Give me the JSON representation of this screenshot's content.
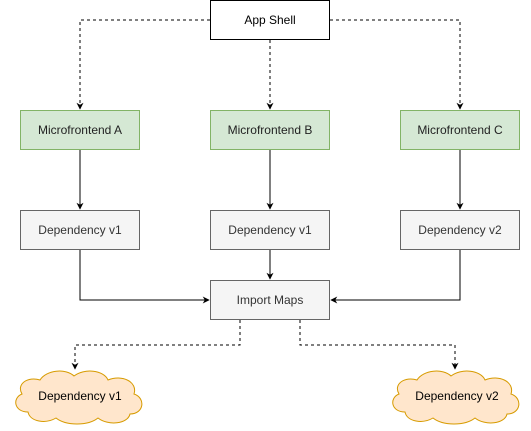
{
  "diagram": {
    "app_shell": "App Shell",
    "microfrontends": [
      "Microfrontend A",
      "Microfrontend B",
      "Microfrontend C"
    ],
    "dependencies": [
      "Dependency v1",
      "Dependency v1",
      "Dependency v2"
    ],
    "import_maps": "Import Maps",
    "shared_dependencies": [
      "Dependency v1",
      "Dependency v2"
    ]
  },
  "colors": {
    "microfrontend_fill": "#d5e8d4",
    "microfrontend_stroke": "#82b366",
    "dependency_fill": "#f5f5f5",
    "dependency_stroke": "#666666",
    "cloud_fill": "#ffe6cc",
    "cloud_stroke": "#d79b00",
    "edge": "#000000"
  }
}
